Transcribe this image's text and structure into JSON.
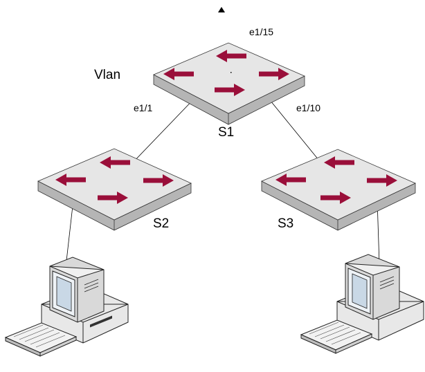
{
  "diagram": {
    "vlan_label": "Vlan",
    "switches": [
      {
        "id": "S1",
        "label": "S1"
      },
      {
        "id": "S2",
        "label": "S2"
      },
      {
        "id": "S3",
        "label": "S3"
      }
    ],
    "ports": {
      "s1_top": "e1/15",
      "s1_left": "e1/1",
      "s1_right": "e1/10"
    },
    "links": [
      {
        "from": "S1",
        "to": "S2"
      },
      {
        "from": "S1",
        "to": "S3"
      },
      {
        "from": "S2",
        "to": "PC1"
      },
      {
        "from": "S3",
        "to": "PC2"
      }
    ],
    "colors": {
      "switch_face": "#e6e6e6",
      "switch_side": "#b5b5b5",
      "arrow": "#9a0f3a",
      "line": "#000000"
    }
  }
}
